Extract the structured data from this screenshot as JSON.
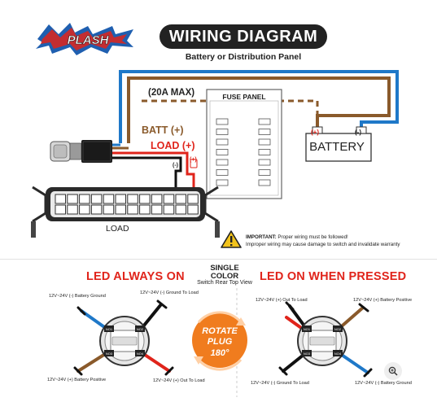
{
  "brand": {
    "logo_text": "PLASH"
  },
  "header": {
    "title": "WIRING DIAGRAM",
    "subtitle": "Battery or Distribution Panel"
  },
  "top_diagram": {
    "fuse_max_label": "(20A MAX)",
    "batt_label": "BATT (+)",
    "load_label": "LOAD (+)",
    "neg_label": "(-)",
    "pos_label": "(+)",
    "fuse_panel_label": "FUSE PANEL",
    "battery_label": "BATTERY",
    "battery_pos": "(+)",
    "battery_neg": "(-)",
    "load_caption": "LOAD"
  },
  "warning": {
    "strong": "IMPORTANT:",
    "line1_rest": " Proper wiring must be followed!",
    "line2": "Improper wiring may cause damage to switch and invalidate warranty"
  },
  "switch_info": {
    "line1": "SINGLE",
    "line2": "COLOR",
    "line3": "Switch Rear Top View"
  },
  "rotate_badge": {
    "line1": "ROTATE",
    "line2": "PLUG",
    "line3": "180°"
  },
  "left_panel": {
    "heading": "LED ALWAYS ON",
    "labels": {
      "top_left": "12V~24V (-) Battery Ground",
      "top_right": "12V~24V (-) Ground To Load",
      "bottom_left": "12V~24V (+) Battery Positive",
      "bottom_right": "12V~24V (+) Out To Load"
    },
    "terminals": [
      "NO1",
      "NO2",
      "NO3",
      "NO4"
    ]
  },
  "right_panel": {
    "heading": "LED ON WHEN PRESSED",
    "labels": {
      "top_left": "12V~24V (+) Out To Load",
      "top_right": "12V~24V (+) Battery Positive",
      "bottom_left": "12V~24V (-) Ground To Load",
      "bottom_right": "12V~24V (-) Battery Ground"
    },
    "terminals": [
      "NO1",
      "NO2",
      "NO3",
      "NO4"
    ]
  },
  "colors": {
    "wire_brown": "#8a5a2b",
    "wire_blue": "#1f78c8",
    "wire_red": "#e0241b",
    "wire_black": "#111111",
    "accent_orange": "#f07c1e"
  }
}
